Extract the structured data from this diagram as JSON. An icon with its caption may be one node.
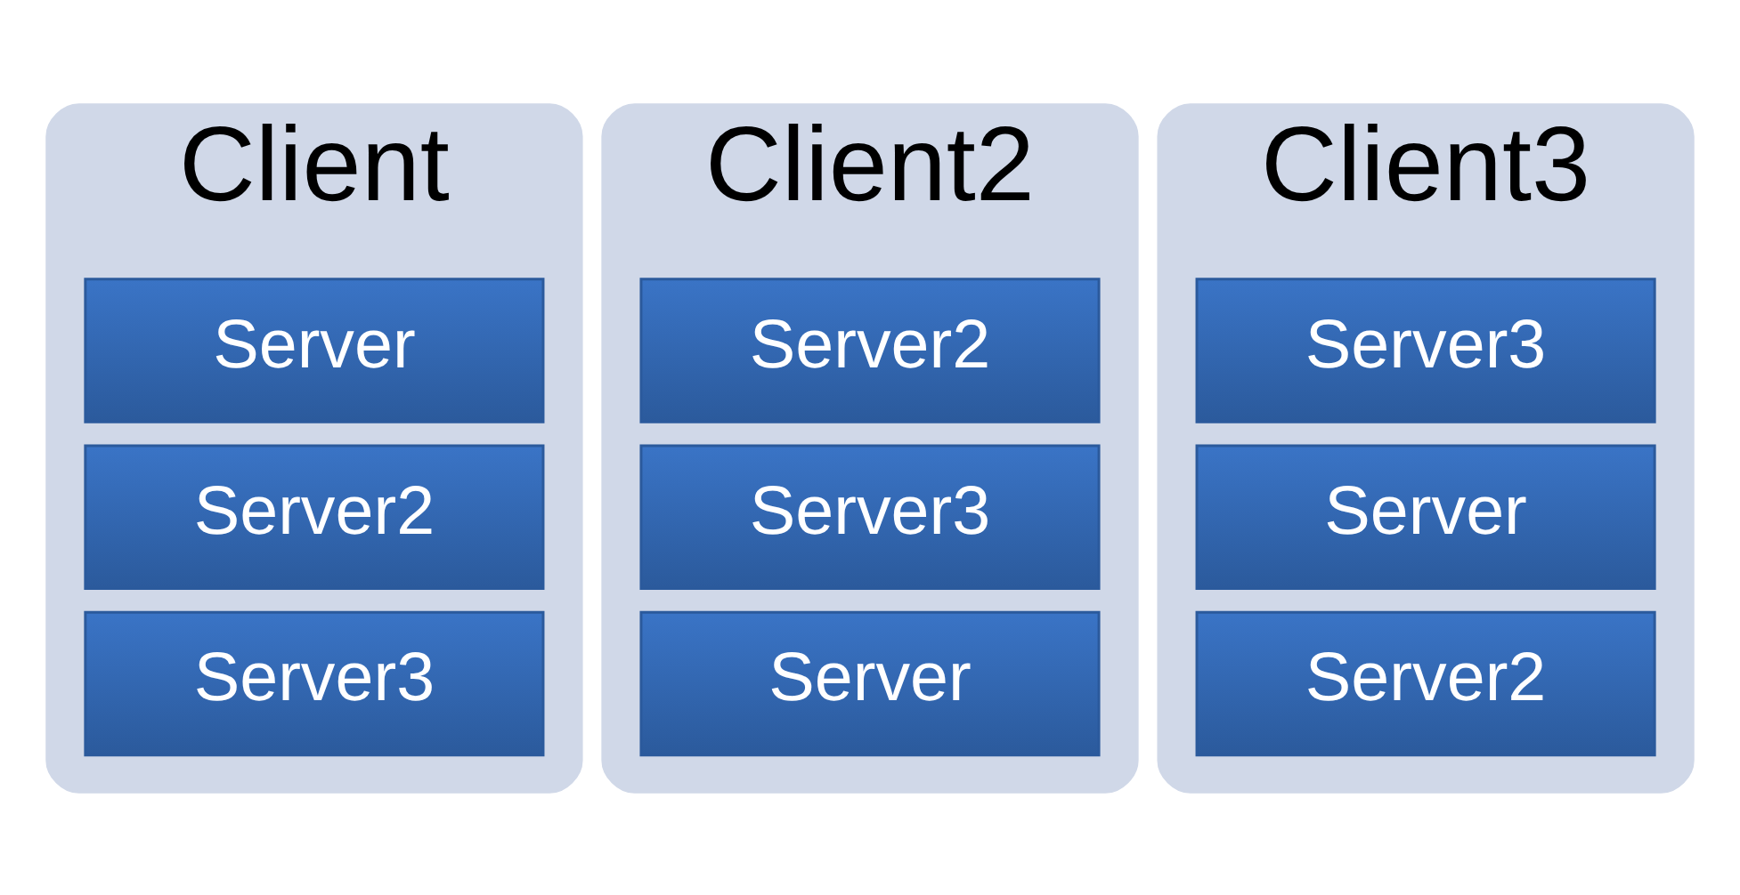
{
  "diagram": {
    "nodes": [
      {
        "text": [
          "Client"
        ]
      },
      {
        "text": [
          "Server"
        ],
        "in": 0
      },
      {
        "text": [
          "Server2"
        ],
        "in": 0
      },
      {
        "text": [
          "Server3"
        ],
        "in": 0
      },
      {
        "text": [
          "Client2"
        ]
      },
      {
        "text": [
          "Server2"
        ],
        "in": 4
      },
      {
        "text": [
          "Server3"
        ],
        "in": 4
      },
      {
        "text": [
          "Server"
        ],
        "in": 4
      },
      {
        "text": [
          "Client3"
        ]
      },
      {
        "text": [
          "Server3"
        ],
        "in": 8
      },
      {
        "text": [
          "Server"
        ],
        "in": 8
      },
      {
        "text": [
          "Server2"
        ],
        "in": 8
      }
    ]
  }
}
